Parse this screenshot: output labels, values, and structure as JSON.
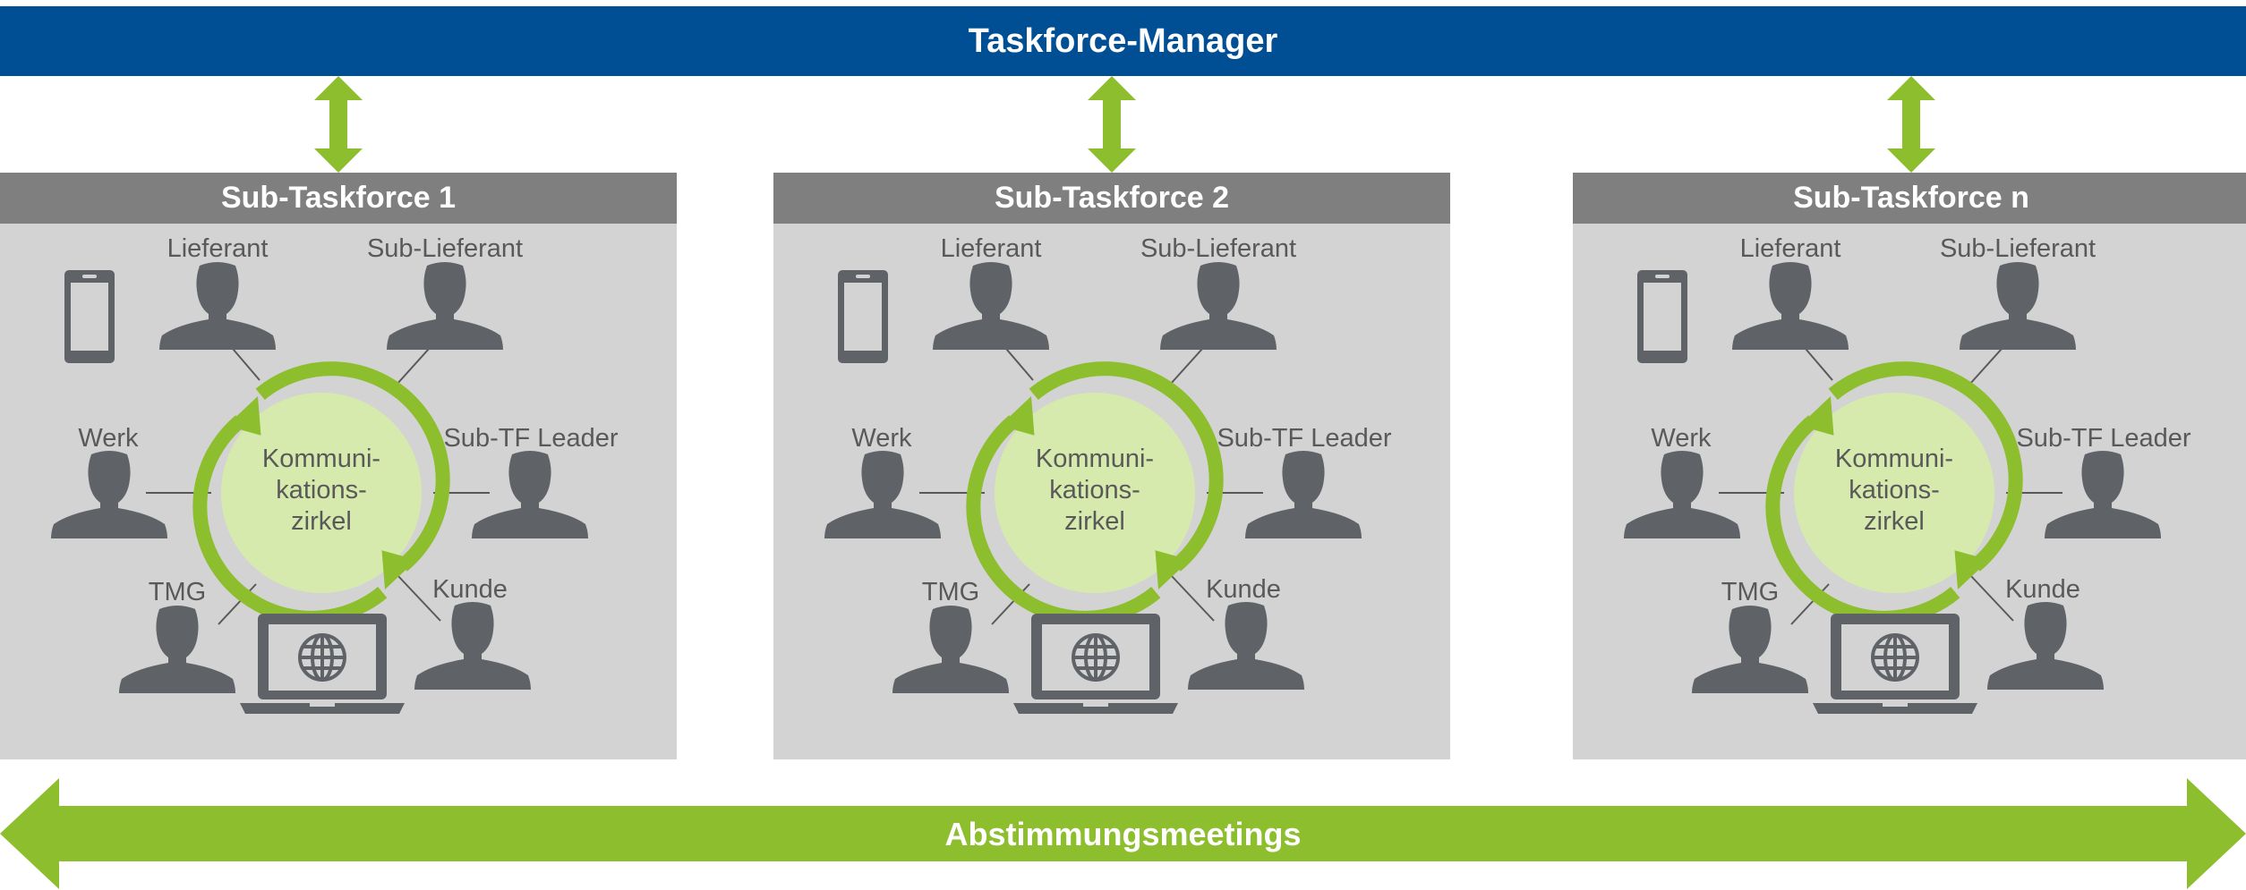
{
  "header": {
    "title": "Taskforce-Manager"
  },
  "footer": {
    "label": "Abstimmungsmeetings"
  },
  "colors": {
    "blue": "#004F94",
    "green": "#8DBE2E",
    "light_green": "#D6EAAE",
    "gray_head": "#7F7F7F",
    "gray_panel": "#D3D3D3",
    "icon": "#5F6368"
  },
  "panels": [
    {
      "title": "Sub-Taskforce 1",
      "labels": {
        "lieferant": "Lieferant",
        "sub_lieferant": "Sub-Lieferant",
        "werk": "Werk",
        "sub_tf_leader": "Sub-TF Leader",
        "tmg": "TMG",
        "kunde": "Kunde"
      },
      "circle": {
        "line1": "Kommuni-",
        "line2": "kations-",
        "line3": "zirkel"
      }
    },
    {
      "title": "Sub-Taskforce 2",
      "labels": {
        "lieferant": "Lieferant",
        "sub_lieferant": "Sub-Lieferant",
        "werk": "Werk",
        "sub_tf_leader": "Sub-TF Leader",
        "tmg": "TMG",
        "kunde": "Kunde"
      },
      "circle": {
        "line1": "Kommuni-",
        "line2": "kations-",
        "line3": "zirkel"
      }
    },
    {
      "title": "Sub-Taskforce n",
      "labels": {
        "lieferant": "Lieferant",
        "sub_lieferant": "Sub-Lieferant",
        "werk": "Werk",
        "sub_tf_leader": "Sub-TF Leader",
        "tmg": "TMG",
        "kunde": "Kunde"
      },
      "circle": {
        "line1": "Kommuni-",
        "line2": "kations-",
        "line3": "zirkel"
      }
    }
  ]
}
